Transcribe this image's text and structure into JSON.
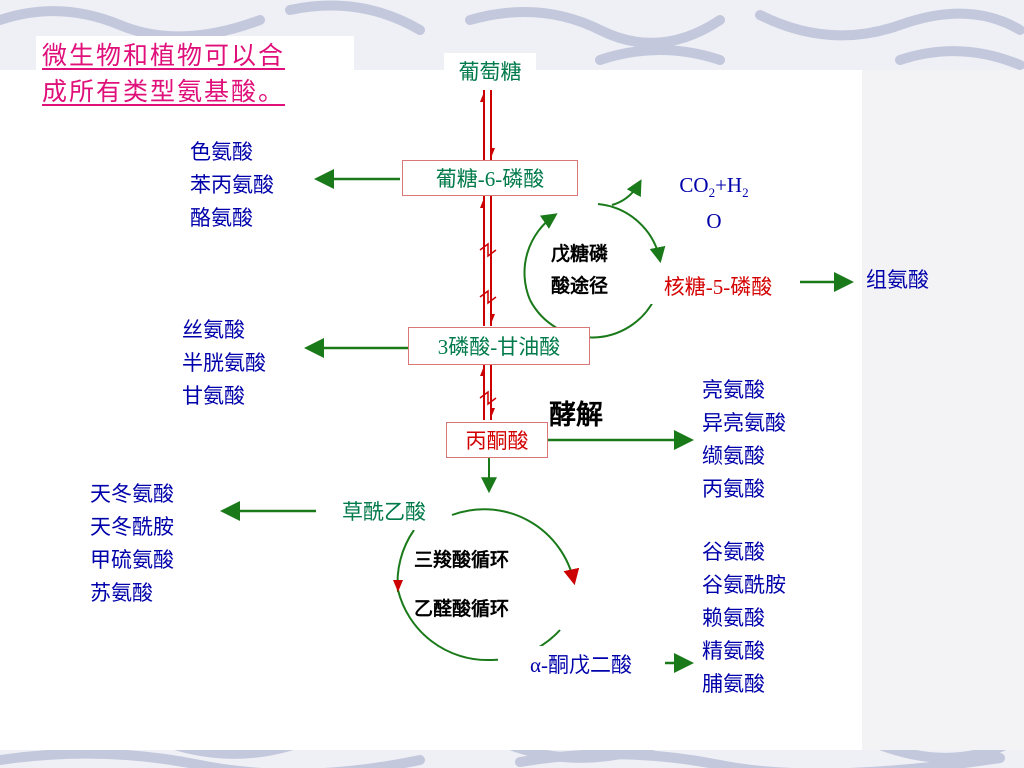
{
  "title": {
    "line1": "微生物和植物可以合",
    "line2": "成所有类型氨基酸。"
  },
  "nodes": {
    "glucose": "葡萄糖",
    "g6p": "葡糖-6-磷酸",
    "co2h2o": {
      "prefix": "CO",
      "sub1": "2",
      "mid": "+H",
      "sub2": "2",
      "line2": "O"
    },
    "ppp": {
      "line1": "戊糖磷",
      "line2": "酸途径"
    },
    "r5p": "核糖-5-磷酸",
    "pga": "3磷酸-甘油酸",
    "glycolysis": "酵解",
    "pyruvate": "丙酮酸",
    "oxaloacetate": "草酰乙酸",
    "tca": "三羧酸循环",
    "glyoxylate": "乙醛酸循环",
    "akg": "α-酮戊二酸"
  },
  "products": {
    "aromatic": [
      "色氨酸",
      "苯丙氨酸",
      "酪氨酸"
    ],
    "histidine": [
      "组氨酸"
    ],
    "serine_family": [
      "丝氨酸",
      "半胱氨酸",
      "甘氨酸"
    ],
    "pyruvate_family": [
      "亮氨酸",
      "异亮氨酸",
      "缬氨酸",
      "丙氨酸"
    ],
    "aspartate_family": [
      "天冬氨酸",
      "天冬酰胺",
      "甲硫氨酸",
      "苏氨酸"
    ],
    "glutamate_family": [
      "谷氨酸",
      "谷氨酰胺",
      "赖氨酸",
      "精氨酸",
      "脯氨酸"
    ]
  },
  "colors": {
    "green_arrow": "#1a7a1a",
    "red_arrow": "#cc0000",
    "title": "#e0107a",
    "amino": "#0000aa"
  }
}
